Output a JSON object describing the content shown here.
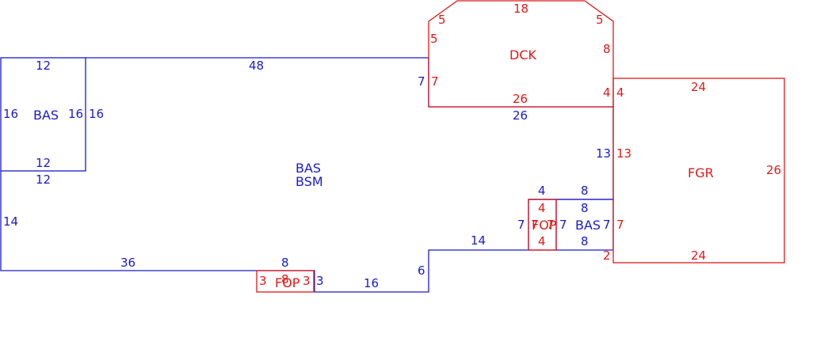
{
  "colors": {
    "blue": "#1a1acc",
    "red": "#dd1a1a"
  },
  "labels": {
    "bas_small": "BAS",
    "bas_main_1": "BAS",
    "bas_main_2": "BSM",
    "dck": "DCK",
    "fgr": "FGR",
    "fop_top": "FOP",
    "bas_right": "BAS",
    "fop_bottom": "FOP"
  },
  "dimensions": {
    "bas_top": "12",
    "bas_left": "16",
    "bas_right_in": "16",
    "bas_right_out": "16",
    "bas_bottom_in": "12",
    "bas_bottom_out": "12",
    "main_top": "48",
    "main_left": "14",
    "main_bottom": "36",
    "fop_b_top_out": "8",
    "fop_b_top_in": "8",
    "fop_b_left": "3",
    "fop_b_right_in": "3",
    "fop_b_right_out": "3",
    "step_bottom": "16",
    "step_left": "6",
    "step_top": "14",
    "dck_left_b": "7",
    "dck_left_r": "7",
    "dck_top": "18",
    "dck_tl": "5",
    "dck_tr": "5",
    "dck_l_upper": "5",
    "dck_r": "8",
    "dck_bottom_in": "26",
    "dck_bottom_out": "26",
    "dck_br_in": "4",
    "dck_br_out": "4",
    "fgr_top": "24",
    "fgr_left_b": "13",
    "fgr_left_r": "13",
    "fgr_right": "26",
    "fgr_bottom": "24",
    "fgr_bl": "2",
    "fop_t_top_out": "4",
    "fop_t_top_in": "4",
    "fop_t_left_out": "7",
    "fop_t_left_in": "7",
    "fop_t_right_in": "7",
    "fop_t_right_out": "7",
    "fop_t_bottom": "4",
    "basr_top_out": "8",
    "basr_top_in": "8",
    "basr_right_b": "7",
    "basr_right_r": "7",
    "basr_bottom": "8"
  }
}
